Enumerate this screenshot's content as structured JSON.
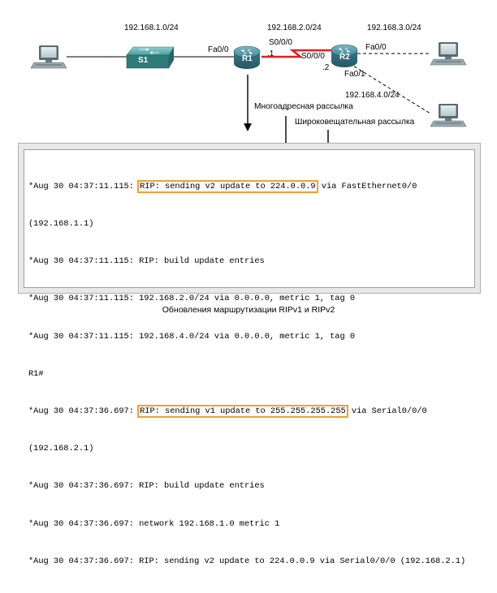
{
  "networks": {
    "net1": "192.168.1.0/24",
    "net2": "192.168.2.0/24",
    "net3": "192.168.3.0/24",
    "net4": "192.168.4.0/24"
  },
  "devices": {
    "switch": "S1",
    "router1": "R1",
    "router2": "R2"
  },
  "interfaces": {
    "r1_fa00": "Fa0/0",
    "r1_s000": "S0/0/0",
    "r1_host": ".1",
    "r2_s000": "S0/0/0",
    "r2_host": ".2",
    "r2_fa00": "Fa0/0",
    "r2_fa01": "Fa0/1"
  },
  "callouts": {
    "multicast": "Многоадресная рассылка",
    "broadcast": "Широковещательная рассылка"
  },
  "log": {
    "line1_pre": "*Aug 30 04:37:11.115: ",
    "line1_hl": "RIP: sending v2 update to 224.0.0.9",
    "line1_post": " via FastEthernet0/0",
    "line2": "(192.168.1.1)",
    "line3": "*Aug 30 04:37:11.115: RIP: build update entries",
    "line4": "*Aug 30 04:37:11.115: 192.168.2.0/24 via 0.0.0.0, metric 1, tag 0",
    "line5": "*Aug 30 04:37:11.115: 192.168.4.0/24 via 0.0.0.0, metric 1, tag 0",
    "line6": "R1#",
    "line7_pre": "*Aug 30 04:37:36.697: ",
    "line7_hl": "RIP: sending v1 update to 255.255.255.255",
    "line7_post": " via Serial0/0/0",
    "line8": "(192.168.2.1)",
    "line9": "*Aug 30 04:37:36.697: RIP: build update entries",
    "line10": "*Aug 30 04:37:36.697: network 192.168.1.0 metric 1",
    "line11": "*Aug 30 04:37:36.697: RIP: sending v2 update to 224.0.0.9 via Serial0/0/0 (192.168.2.1)"
  },
  "caption": "Обновления маршрутизации RIPv1 и RIPv2",
  "colors": {
    "serial_link": "#e02020",
    "highlight": "#f0a030",
    "router": "#3a7f8f",
    "switch": "#3c8a8a"
  },
  "icons": {
    "pc": "desktop-computer-icon",
    "switch": "switch-icon",
    "router": "router-icon"
  }
}
